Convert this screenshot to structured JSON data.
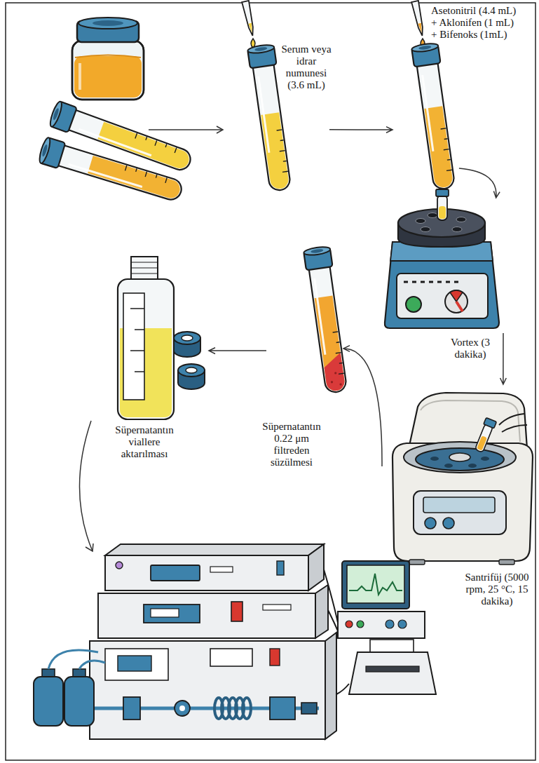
{
  "diagram": {
    "nodes": [
      {
        "text": [
          "Serum veya idrar numunesi (3.6 mL)"
        ]
      },
      {
        "text": [
          "Asetonitril (4.4 mL) + Aklonifen (1 mL) + Bifenoks (1mL)"
        ]
      },
      {
        "text": [
          "Vortex (3 dakika)"
        ]
      },
      {
        "text": [
          "Santrifüj (5000 rpm, 25 °C, 15 dakika)"
        ]
      },
      {
        "text": [
          "Süpernatantın 0.22 μm filtreden süzülmesi"
        ]
      },
      {
        "text": [
          "Süpernatantın viallere aktarılması"
        ]
      }
    ],
    "edges": [
      {
        "from": 0,
        "to": 1,
        "arrow": "to"
      },
      {
        "from": 1,
        "to": 2,
        "arrow": "to"
      },
      {
        "from": 2,
        "to": 3,
        "arrow": "to"
      },
      {
        "from": 3,
        "to": 4,
        "arrow": "to"
      },
      {
        "from": 4,
        "to": 5,
        "arrow": "to"
      }
    ]
  }
}
